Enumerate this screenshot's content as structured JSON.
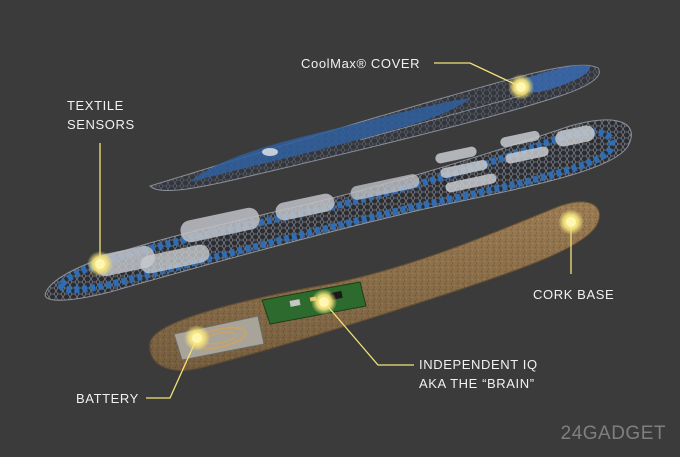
{
  "colors": {
    "background": "#3b3b3c",
    "callout": "#f3e27a",
    "sensor_blue": "#2f6fb8",
    "cork": "#9a7b52",
    "pcb": "#2d6a2d"
  },
  "labels": {
    "cover": "CoolMax® COVER",
    "textile_line1": "TEXTILE",
    "textile_line2": "SENSORS",
    "cork": "CORK BASE",
    "brain_line1": "INDEPENDENT IQ",
    "brain_line2": "AKA THE “BRAIN”",
    "battery": "BATTERY"
  },
  "watermark": "24GADGET"
}
